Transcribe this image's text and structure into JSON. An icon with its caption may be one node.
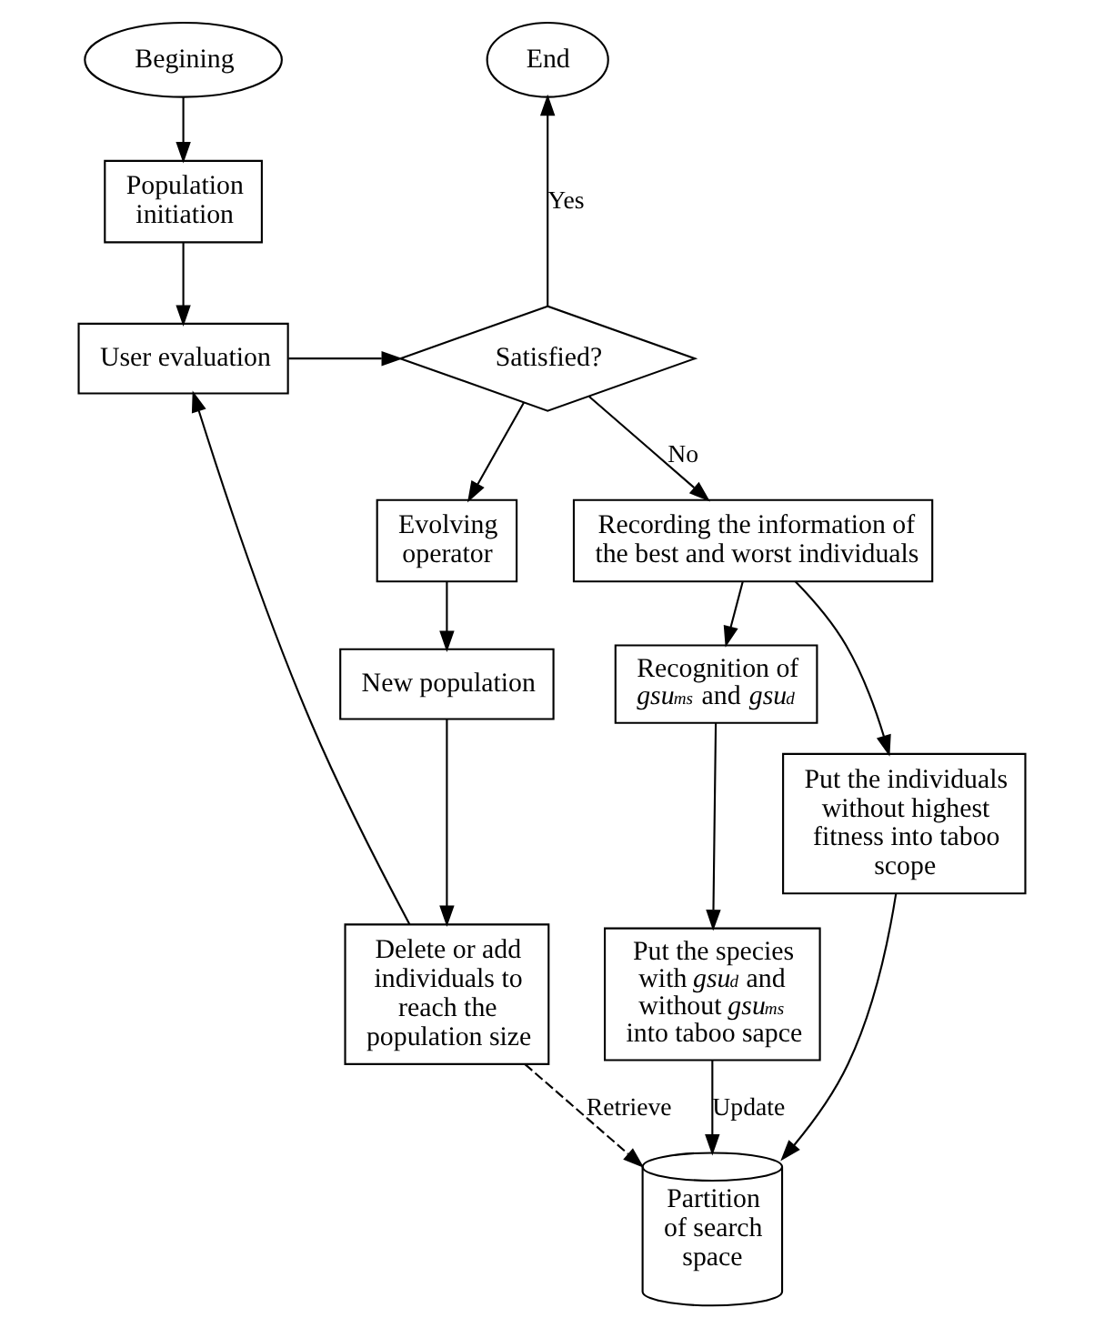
{
  "diagram": {
    "nodes": [
      {
        "text": [
          "Begining"
        ]
      },
      {
        "text": [
          "Population initiation"
        ]
      },
      {
        "text": [
          "User evaluation"
        ]
      },
      {
        "text": [
          "Satisfied?"
        ]
      },
      {
        "text": [
          "End"
        ]
      },
      {
        "text": [
          "Recording the information of the best and worst individuals"
        ]
      },
      {
        "text": [
          "Evolving operator"
        ]
      },
      {
        "text": [
          "Recognition of *gsu*$_{ms}$ and *gsu*$_{d}$"
        ]
      },
      {
        "text": [
          "Put the individuals without highest fitness into taboo scope"
        ]
      },
      {
        "text": [
          "Put the species with *gsu*$_{d}$ and without *gsu*$_{ms}$ into taboo sapce"
        ]
      },
      {
        "text": [
          "New population"
        ]
      },
      {
        "text": [
          "Delete or add individuals to reach the population size"
        ]
      },
      {
        "text": [
          "Partition of search space"
        ]
      }
    ],
    "edges": [
      {
        "from": 0,
        "to": 1,
        "arrow": "to"
      },
      {
        "from": 1,
        "to": 2,
        "arrow": "to"
      },
      {
        "from": 11,
        "to": 2,
        "arrow": "to"
      },
      {
        "from": 2,
        "to": 3,
        "arrow": "to"
      },
      {
        "from": 3,
        "to": 4,
        "arrow": "to",
        "label": "Yes"
      },
      {
        "from": 3,
        "to": 5,
        "arrow": "to",
        "label": "No"
      },
      {
        "from": 3,
        "to": 6,
        "arrow": "to"
      },
      {
        "from": 5,
        "to": 8,
        "arrow": "to"
      },
      {
        "from": 5,
        "to": 7,
        "arrow": "to"
      },
      {
        "from": 7,
        "to": 9,
        "arrow": "to"
      },
      {
        "from": 8,
        "to": 12,
        "arrow": "to"
      },
      {
        "from": 9,
        "to": 12,
        "arrow": "to",
        "label": "Update"
      },
      {
        "from": 6,
        "to": 10,
        "arrow": "to"
      },
      {
        "from": 10,
        "to": 11,
        "arrow": "to"
      },
      {
        "from": 11,
        "to": 12,
        "arrow": "to",
        "style": "dashed",
        "label": "Retrieve"
      }
    ]
  }
}
